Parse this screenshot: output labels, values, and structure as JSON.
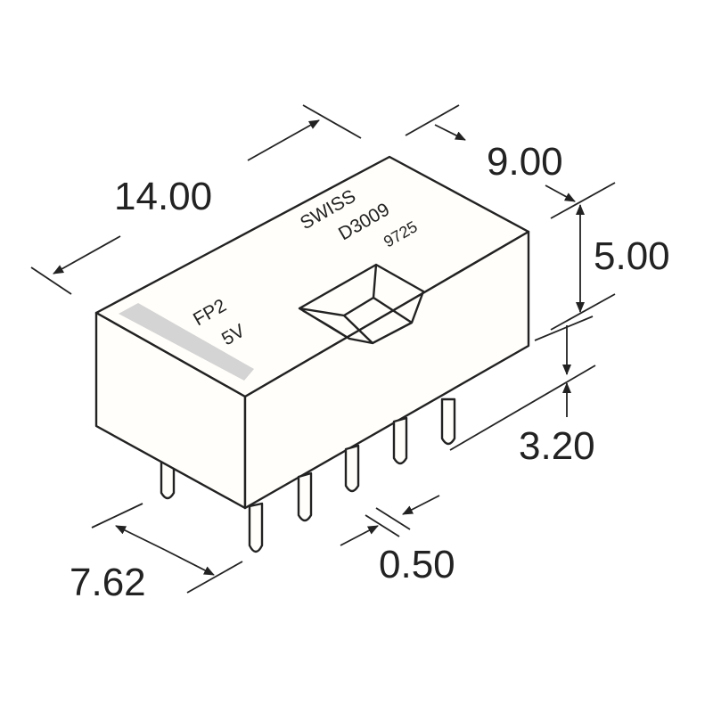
{
  "dimensions": {
    "length": "14.00",
    "width": "9.00",
    "height": "5.00",
    "pin_length": "3.20",
    "row_spacing": "7.62",
    "pin_thickness": "0.50"
  },
  "markings": {
    "brand": "SWISS",
    "part_number": "D3009",
    "date_code": "9725",
    "type": "FP2",
    "voltage": "5V"
  },
  "colors": {
    "outline": "#222222",
    "label_strip": "#d4d4d4"
  }
}
